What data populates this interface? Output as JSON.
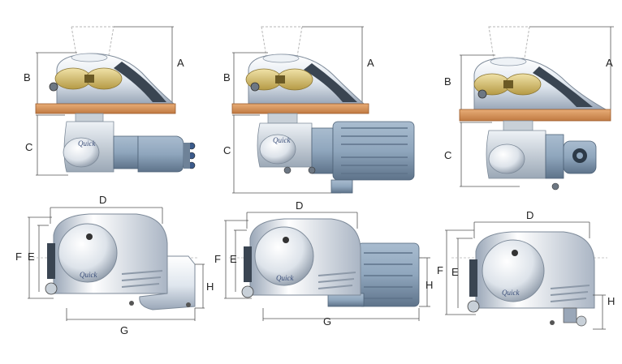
{
  "colors": {
    "deck": "#d9955a",
    "deck_edge": "#9b5a2a",
    "body_silver": "#e6ecf3",
    "body_shadow": "#9aa7b8",
    "gypsy_gold": "#d8c37a",
    "motor_blue": "#8fa6bd",
    "motor_dark": "#4f6378",
    "gearbox": "#c9d2db",
    "dim_line": "#555555",
    "dashed": "#b7b7b7"
  },
  "labels": {
    "a": "A",
    "b": "B",
    "c": "C",
    "d": "D",
    "e": "E",
    "f": "F",
    "g": "G",
    "h": "H"
  },
  "logo_text": "Quick"
}
